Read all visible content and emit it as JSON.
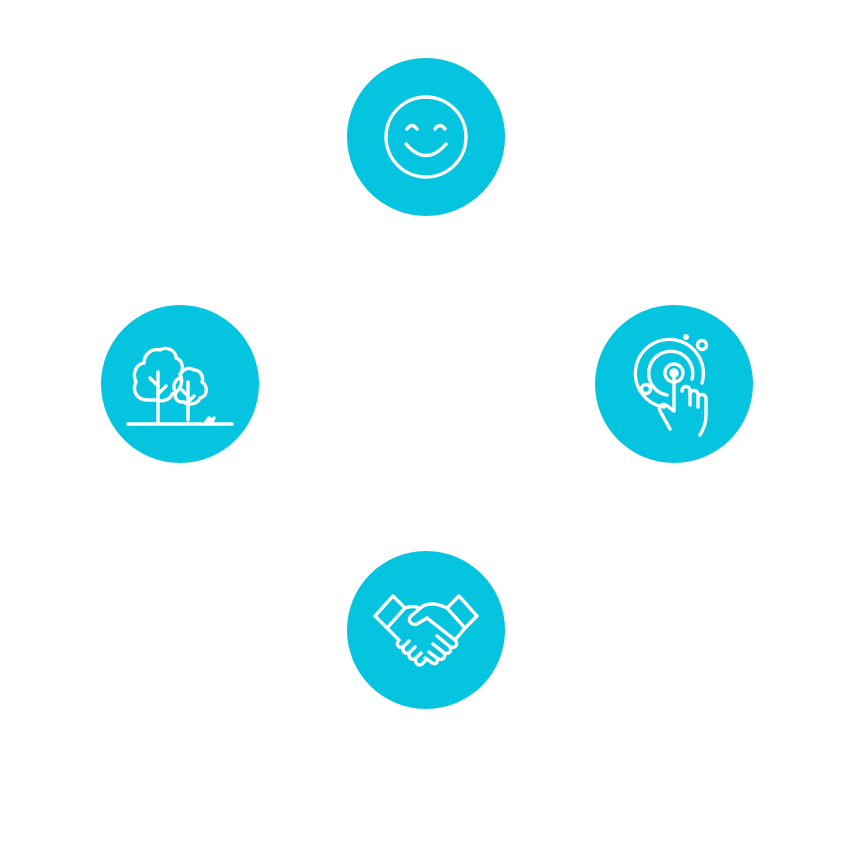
{
  "theme": {
    "background": "#ffffff",
    "accent": "#05c4e0",
    "icon_color": "#ffffff"
  },
  "icons": [
    {
      "name": "smiley-face-icon",
      "position": "top"
    },
    {
      "name": "trees-icon",
      "position": "left"
    },
    {
      "name": "touch-target-icon",
      "position": "right"
    },
    {
      "name": "handshake-icon",
      "position": "bottom"
    }
  ]
}
